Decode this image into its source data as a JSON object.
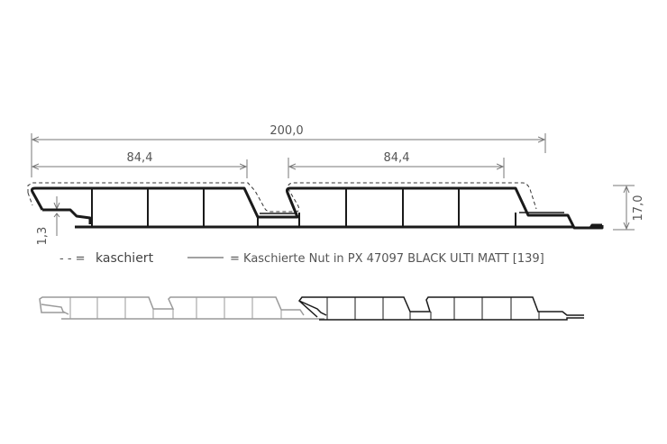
{
  "dimensions": {
    "total_width": "200,0",
    "left_panel_width": "84,4",
    "right_panel_width": "84,4",
    "height": "17,0",
    "lip": "1,3"
  },
  "legend": {
    "dashed_symbol": "- - =",
    "dashed_label": "kaschiert",
    "solid_label": "= Kaschierte Nut in PX 47097 BLACK ULTI MATT [139]"
  },
  "colors": {
    "profile": "#1a1a1a",
    "dimension": "#777777",
    "ghost_profile": "#999999",
    "background": "#ffffff"
  }
}
